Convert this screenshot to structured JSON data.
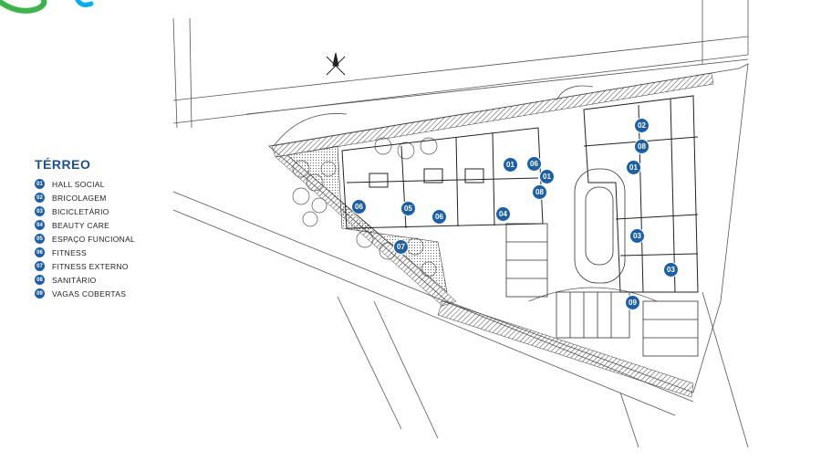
{
  "legend": {
    "title": "TÉRREO",
    "items": [
      {
        "num": "01",
        "label": "HALL SOCIAL"
      },
      {
        "num": "02",
        "label": "BRICOLAGEM"
      },
      {
        "num": "03",
        "label": "BICICLETÁRIO"
      },
      {
        "num": "04",
        "label": "BEAUTY CARE"
      },
      {
        "num": "05",
        "label": "ESPAÇO FUNCIONAL"
      },
      {
        "num": "06",
        "label": "FITNESS"
      },
      {
        "num": "07",
        "label": "FITNESS EXTERNO"
      },
      {
        "num": "08",
        "label": "SANITÁRIO"
      },
      {
        "num": "09",
        "label": "VAGAS COBERTAS"
      }
    ]
  },
  "markers": [
    "01",
    "06",
    "01",
    "08",
    "02",
    "08",
    "01",
    "06",
    "05",
    "06",
    "04",
    "07",
    "03",
    "03",
    "09"
  ],
  "colors": {
    "marker": "#1b5fa8",
    "title": "#1b4f93",
    "logo_green": "#39b54a",
    "logo_cyan": "#00aeef"
  }
}
